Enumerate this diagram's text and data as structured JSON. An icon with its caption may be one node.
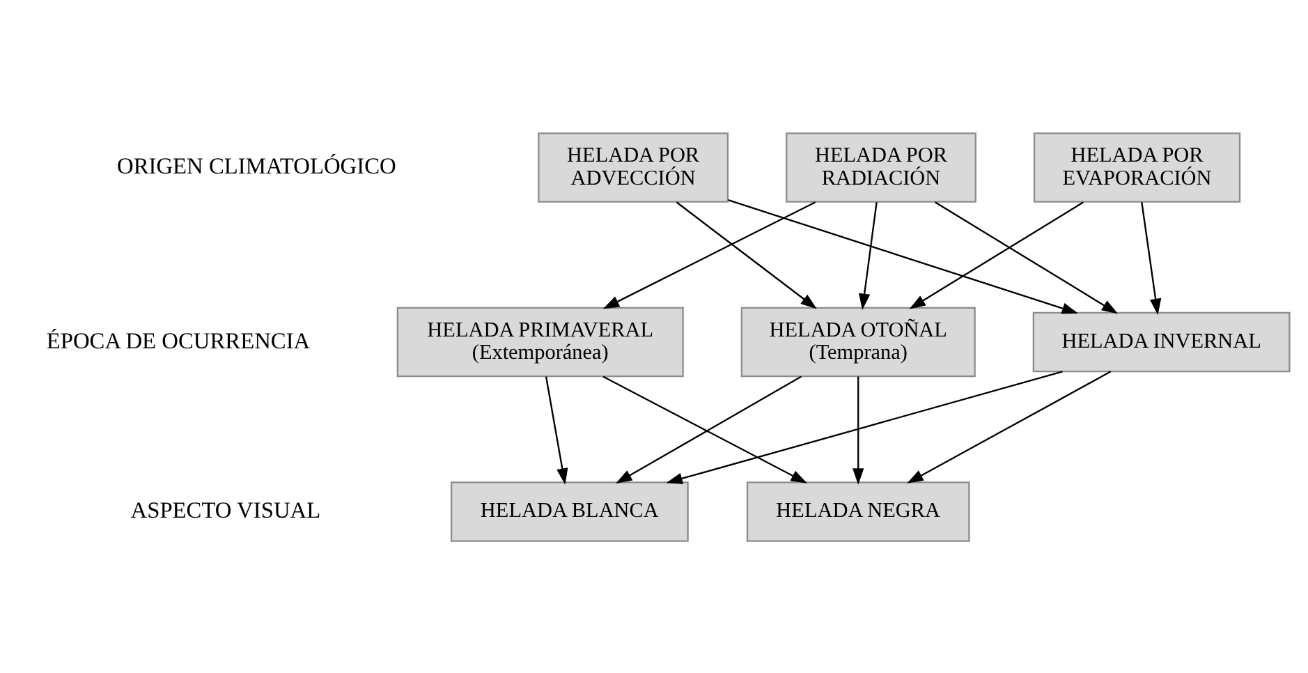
{
  "diagram": {
    "nodes": [
      {
        "text": [
          "HELADA POR ADVECCIÓN"
        ]
      },
      {
        "text": [
          "HELADA POR RADIACIÓN"
        ]
      },
      {
        "text": [
          "HELADA POR EVAPORACIÓN"
        ]
      },
      {
        "text": [
          "HELADA PRIMAVERAL",
          "(Extemporánea)"
        ]
      },
      {
        "text": [
          "HELADA OTOÑAL",
          "(Temprana)"
        ]
      },
      {
        "text": [
          "HELADA INVERNAL"
        ]
      },
      {
        "text": [
          "HELADA BLANCA"
        ]
      },
      {
        "text": [
          "HELADA NEGRA"
        ]
      }
    ],
    "edges": [
      {
        "from": 0,
        "to": 4,
        "arrow": "to"
      },
      {
        "from": 0,
        "to": 5,
        "arrow": "to"
      },
      {
        "from": 1,
        "to": 3,
        "arrow": "to"
      },
      {
        "from": 1,
        "to": 4,
        "arrow": "to"
      },
      {
        "from": 1,
        "to": 5,
        "arrow": "to"
      },
      {
        "from": 2,
        "to": 4,
        "arrow": "to"
      },
      {
        "from": 2,
        "to": 5,
        "arrow": "to"
      },
      {
        "from": 3,
        "to": 6,
        "arrow": "to"
      },
      {
        "from": 3,
        "to": 7,
        "arrow": "to"
      },
      {
        "from": 4,
        "to": 6,
        "arrow": "to"
      },
      {
        "from": 4,
        "to": 7,
        "arrow": "to"
      },
      {
        "from": 5,
        "to": 6,
        "arrow": "to"
      },
      {
        "from": 5,
        "to": 7,
        "arrow": "to"
      }
    ],
    "labels": [
      "ORIGEN CLIMATOLÓGICO",
      "ÉPOCA DE OCURRENCIA",
      "ASPECTO VISUAL"
    ]
  }
}
